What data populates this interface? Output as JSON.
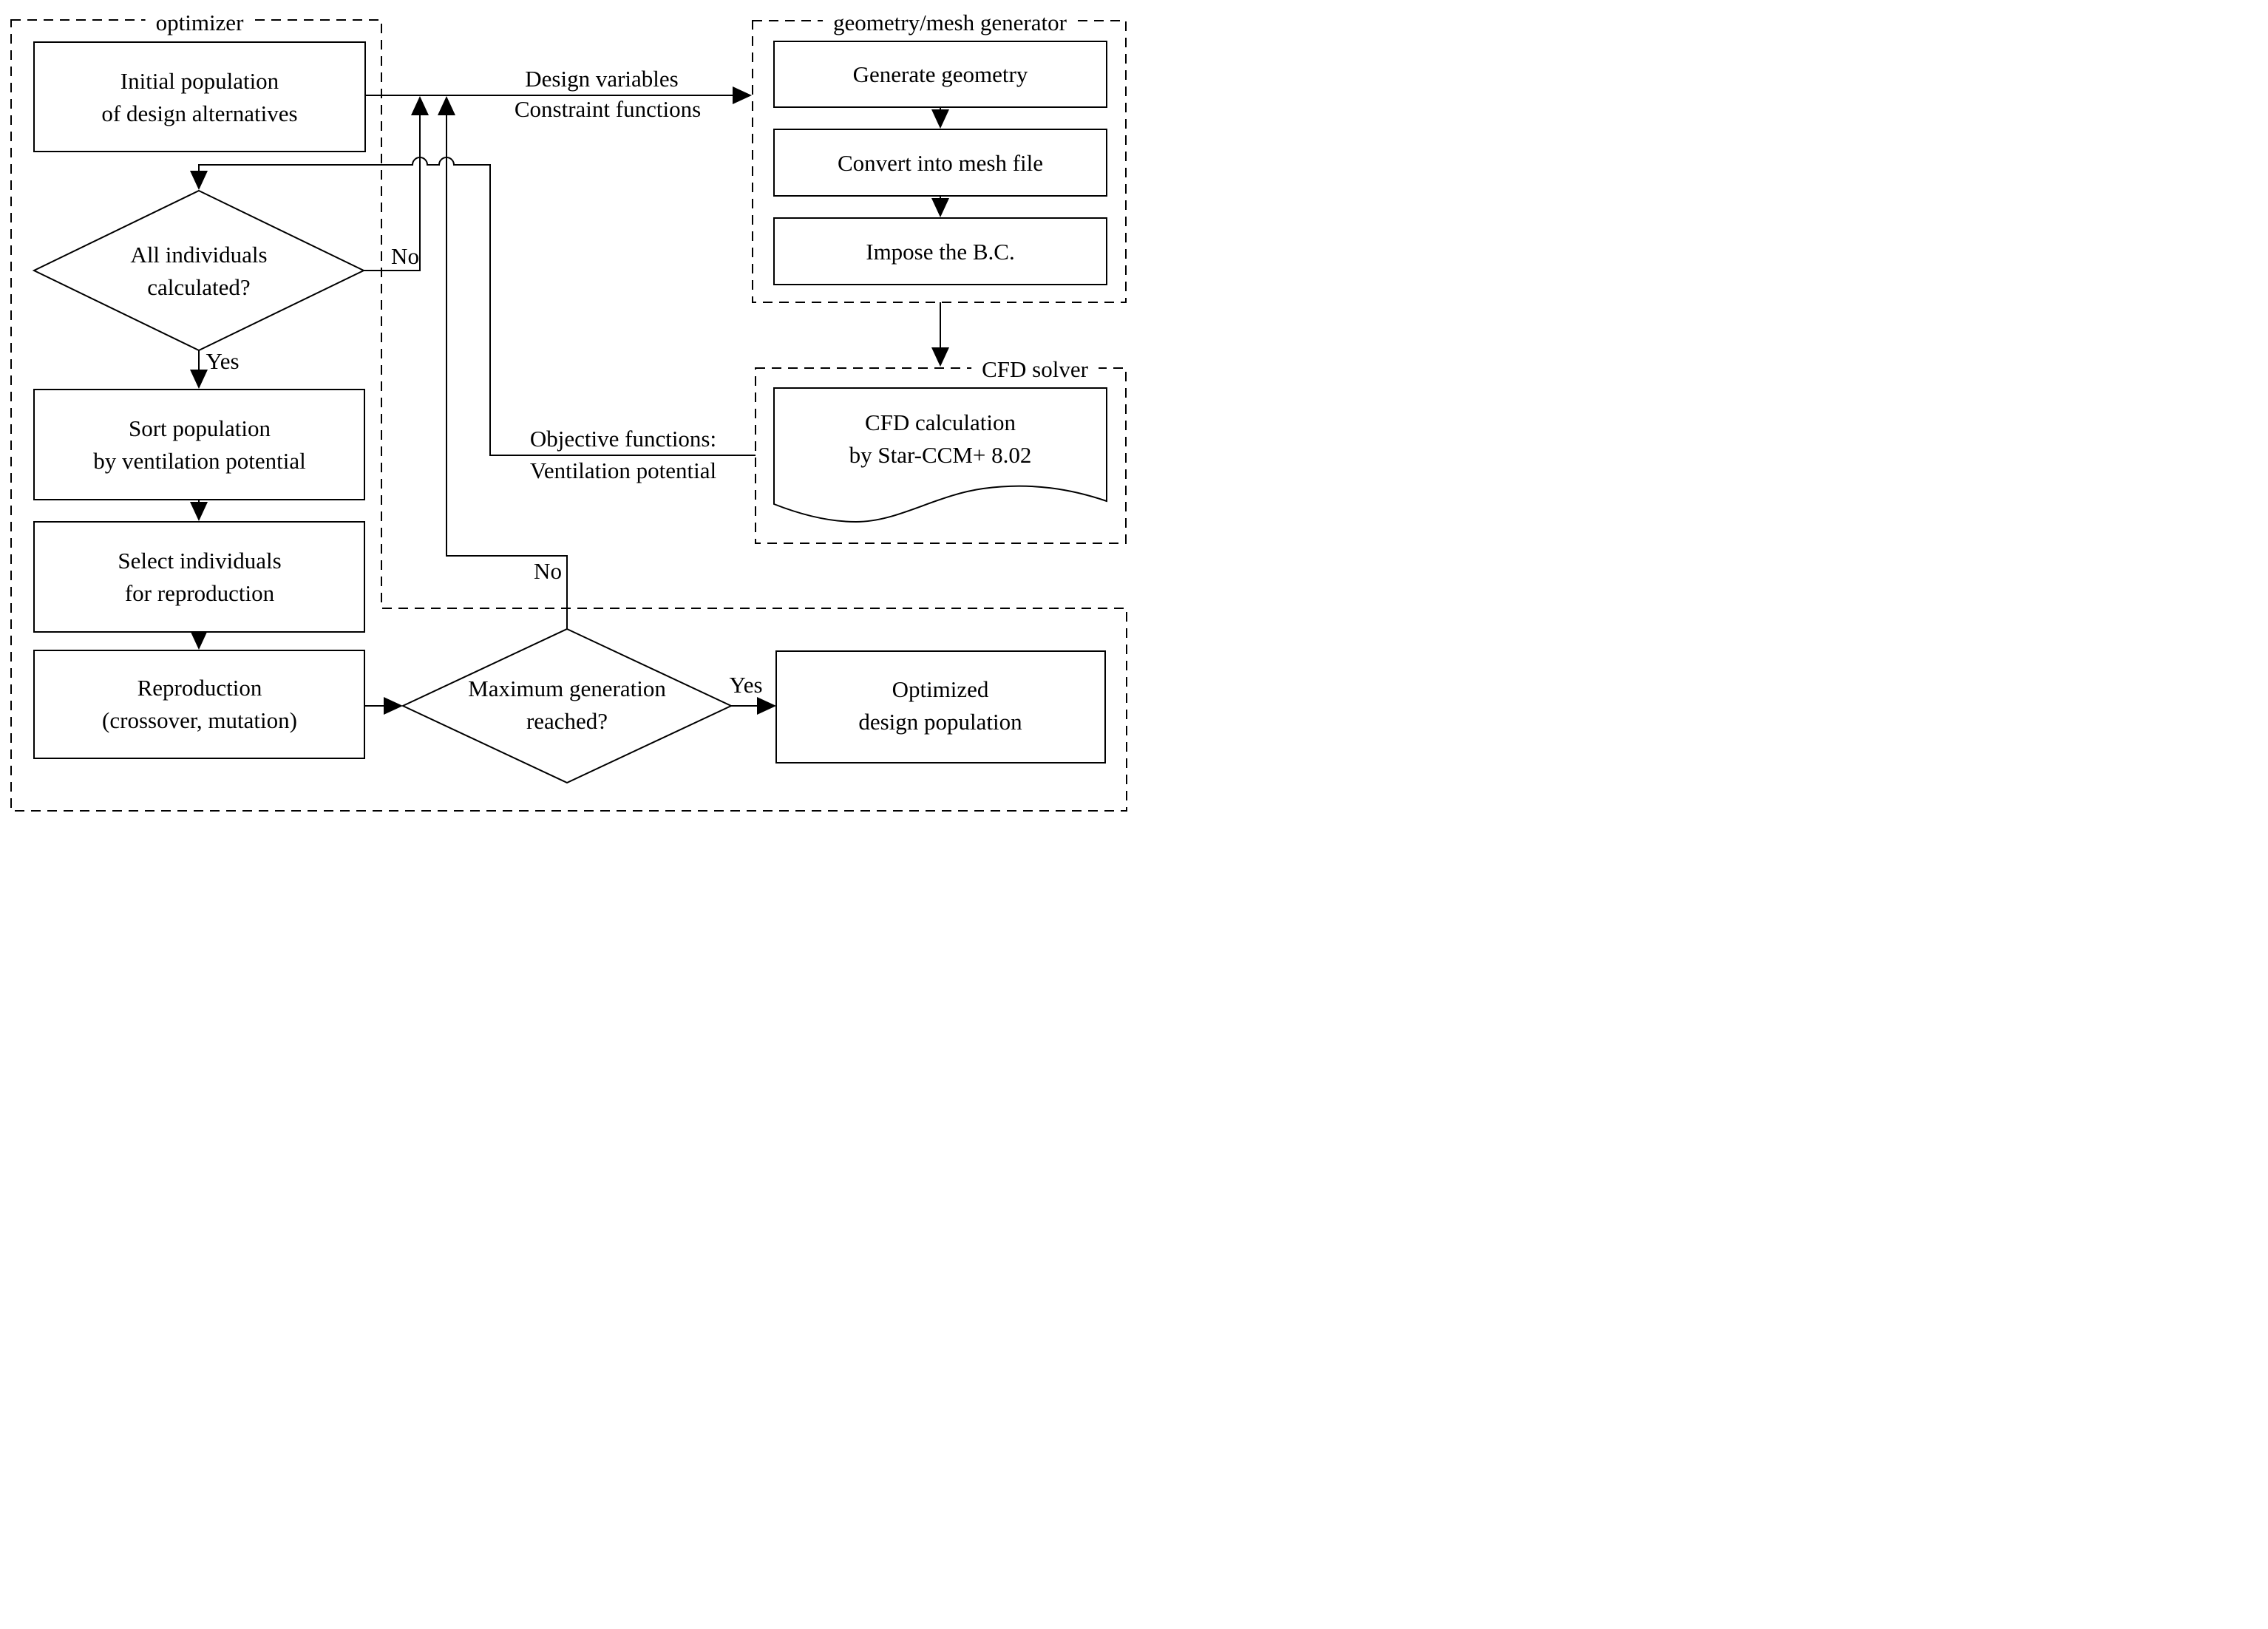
{
  "groups": {
    "optimizer": {
      "label": "optimizer"
    },
    "geometry_mesh_generator": {
      "label": "geometry/mesh generator"
    },
    "cfd_solver": {
      "label": "CFD solver"
    }
  },
  "nodes": {
    "initial_population": {
      "line1": "Initial population",
      "line2": "of design alternatives"
    },
    "all_individuals_calculated": {
      "line1": "All individuals",
      "line2": "calculated?"
    },
    "sort_population": {
      "line1": "Sort population",
      "line2": "by ventilation potential"
    },
    "select_individuals": {
      "line1": "Select individuals",
      "line2": "for reproduction"
    },
    "reproduction": {
      "line1": "Reproduction",
      "line2": "(crossover, mutation)"
    },
    "maximum_generation_reached": {
      "line1": "Maximum generation",
      "line2": "reached?"
    },
    "optimized_design_population": {
      "line1": "Optimized",
      "line2": "design population"
    },
    "generate_geometry": {
      "line1": "Generate geometry"
    },
    "convert_into_mesh_file": {
      "line1": "Convert into mesh file"
    },
    "impose_the_bc": {
      "line1": "Impose the B.C."
    },
    "cfd_calculation": {
      "line1": "CFD calculation",
      "line2": "by Star-CCM+ 8.02"
    }
  },
  "edge_labels": {
    "design_variables": "Design variables",
    "constraint_functions": "Constraint functions",
    "objective_functions": "Objective functions:",
    "ventilation_potential": "Ventilation potential",
    "no_all_individuals": "No",
    "yes_all_individuals": "Yes",
    "no_max_generation": "No",
    "yes_max_generation": "Yes"
  },
  "colors": {
    "line": "#000000",
    "background": "#ffffff"
  }
}
